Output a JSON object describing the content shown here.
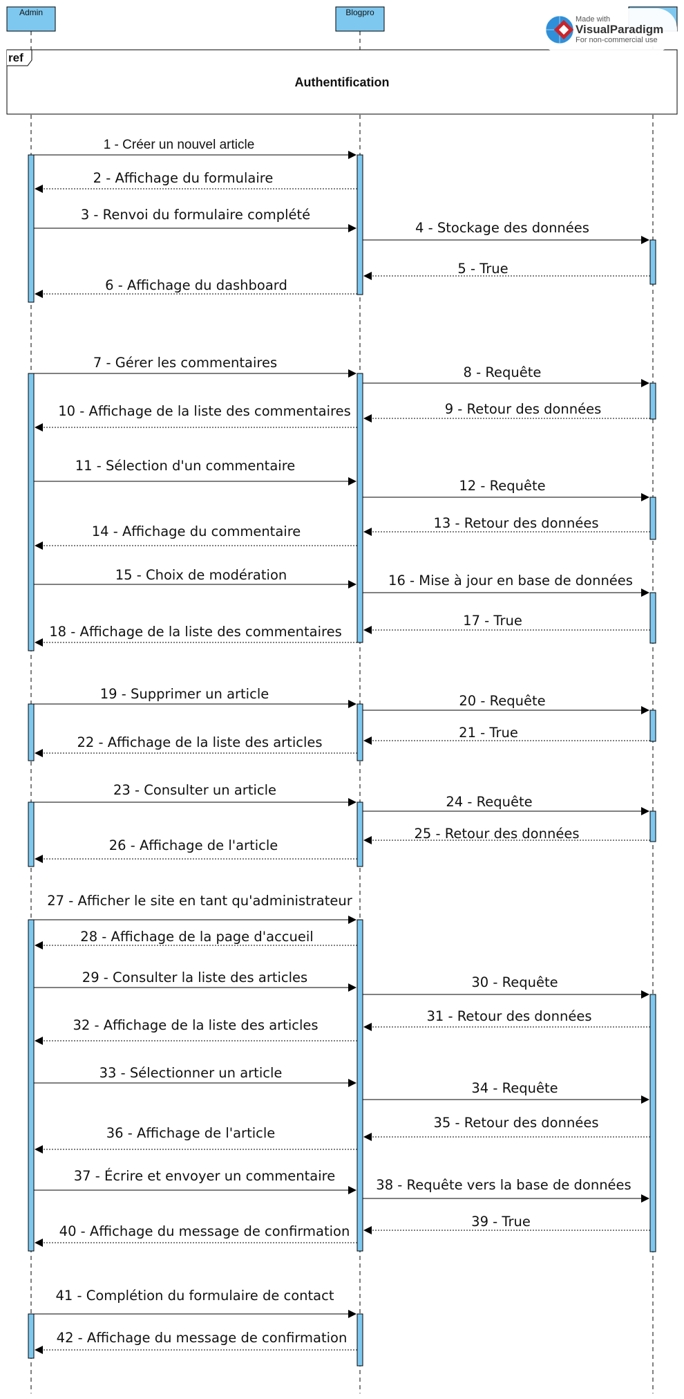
{
  "colors": {
    "activation": "#7ec8ef",
    "lifeline_head": "#7ec8ef",
    "line": "#000000",
    "watermark_red": "#c8232b",
    "watermark_blue": "#2f8fd8"
  },
  "lifelines": {
    "admin": "Admin",
    "blogpro": "Blogpro"
  },
  "ref_frame": {
    "tag": "ref",
    "title": "Authentification"
  },
  "watermark": {
    "line1": "Made with",
    "line2": "VisualParadigm",
    "line3": "For non-commercial use",
    "icon": "visual-paradigm-logo-icon"
  },
  "messages": [
    "1 - Créer un nouvel article",
    "2 - Affichage du formulaire",
    "3 - Renvoi du formulaire complété",
    "4 - Stockage des données",
    "5 - True",
    "6 - Affichage du dashboard",
    "7 - Gérer les commentaires",
    "8 - Requête",
    "9 - Retour des données",
    "10 - Affichage de la liste des commentaires",
    "11 - Sélection d'un commentaire",
    "12 - Requête",
    "13 - Retour des données",
    "14 - Affichage du commentaire",
    "15 - Choix de modération",
    "16 - Mise à jour en base de données",
    "17 - True",
    "18 - Affichage de la liste des commentaires",
    "19 - Supprimer un article",
    "20 - Requête",
    "21 - True",
    "22 - Affichage de la liste des articles",
    "23 - Consulter un article",
    "24 - Requête",
    "25 - Retour des données",
    "26 - Affichage de l'article",
    "27 - Afficher le site en tant qu'administrateur",
    "28 - Affichage de la page d'accueil",
    "29 - Consulter la liste des articles",
    "30 - Requête",
    "31 - Retour des données",
    "32 - Affichage de la liste des articles",
    "33 - Sélectionner un article",
    "34 - Requête",
    "35 - Retour des données",
    "36 - Affichage de l'article",
    "37 - Écrire et envoyer un commentaire",
    "38 - Requête vers la base de données",
    "39 - True",
    "40 - Affichage du message de confirmation",
    "41 - Complétion du formulaire de contact",
    "42 - Affichage du message de confirmation"
  ]
}
